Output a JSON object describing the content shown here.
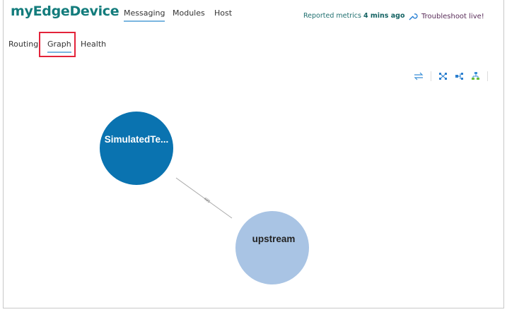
{
  "header": {
    "title": "myEdgeDevice",
    "tabs": [
      {
        "label": "Messaging",
        "active": true
      },
      {
        "label": "Modules"
      },
      {
        "label": "Host"
      }
    ],
    "metrics_prefix": "Reported metrics",
    "metrics_time": "4 mins ago",
    "troubleshoot": "Troubleshoot live!"
  },
  "subtabs": [
    {
      "label": "Routing"
    },
    {
      "label": "Graph",
      "active": true
    },
    {
      "label": "Health"
    }
  ],
  "toolbar": {
    "icons": [
      "swap-icon",
      "fit-graph-icon",
      "layout-icon",
      "hierarchy-icon"
    ]
  },
  "graph": {
    "nodes": [
      {
        "label": "SimulatedTe...",
        "color": "#0a73b0"
      },
      {
        "label": "upstream",
        "color": "#a9c4e4"
      }
    ],
    "edges": [
      {
        "from": "SimulatedTe...",
        "to": "upstream",
        "label": "485"
      }
    ]
  },
  "colors": {
    "accent": "#137c7c",
    "highlight": "#e3233a"
  }
}
